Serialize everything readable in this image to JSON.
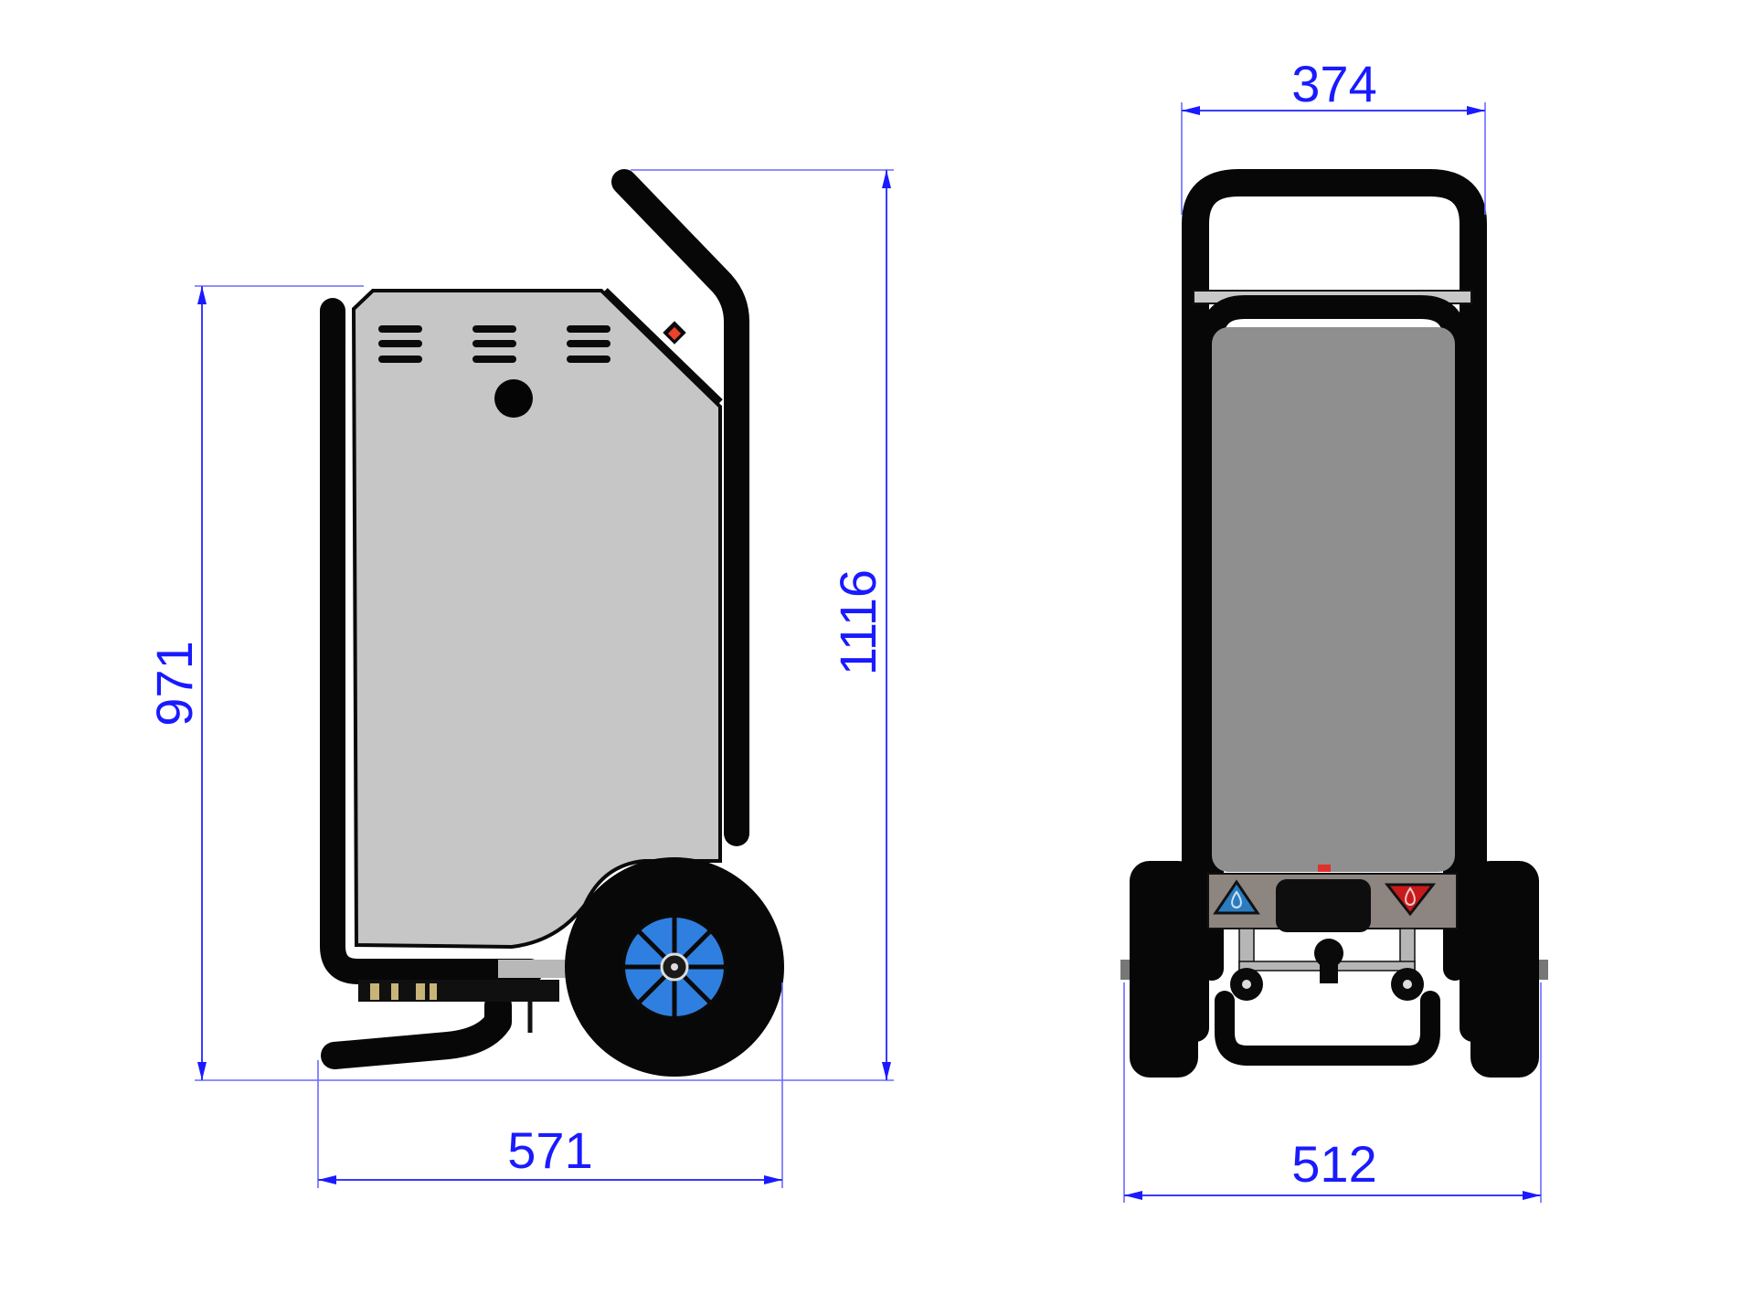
{
  "drawing": {
    "subject": "wheeled trolley unit with handle — side and front views",
    "units": "mm",
    "colors": {
      "dimension": "#1a1aff",
      "frame": "#070707",
      "side_panel": "#c6c6c6",
      "front_panel": "#8f8f8f",
      "control_plate": "#8c8580",
      "hub_blue": "#2f7fe0",
      "cold_badge": "#2a7cc0",
      "hot_badge": "#c81a1a",
      "switch": "#f0402a"
    }
  },
  "side_view": {
    "dimensions": {
      "body_height": "971",
      "overall_height": "1116",
      "depth": "571"
    }
  },
  "front_view": {
    "dimensions": {
      "handle_width": "374",
      "overall_width": "512"
    },
    "badges": {
      "left": "water-drop-blue",
      "right": "water-drop-red"
    }
  }
}
